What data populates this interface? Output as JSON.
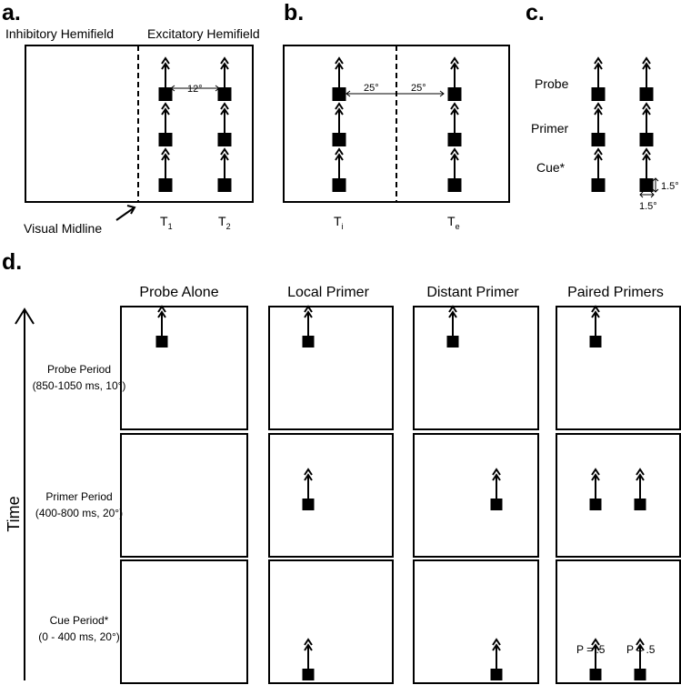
{
  "panel_a": {
    "letter": "a.",
    "left_label": "Inhibitory Hemifield",
    "right_label": "Excitatory Hemifield",
    "spacing_label": "12°",
    "midline_label": "Visual Midline",
    "t1_base": "T",
    "t1_sub": "1",
    "t2_base": "T",
    "t2_sub": "2"
  },
  "panel_b": {
    "letter": "b.",
    "left_spacing": "25°",
    "right_spacing": "25°",
    "ti_base": "T",
    "ti_sub": "i",
    "te_base": "T",
    "te_sub": "e"
  },
  "panel_c": {
    "letter": "c.",
    "rows": [
      "Probe",
      "Primer",
      "Cue*"
    ],
    "size_vertical": "1.5°",
    "size_horizontal": "1.5°"
  },
  "panel_d": {
    "letter": "d.",
    "columns": [
      "Probe Alone",
      "Local Primer",
      "Distant Primer",
      "Paired Primers"
    ],
    "time_label": "Time",
    "periods": [
      {
        "name": "Probe Period",
        "detail": "(850-1050 ms, 10°)"
      },
      {
        "name": "Primer Period",
        "detail": "(400-800 ms, 20°)"
      },
      {
        "name": "Cue Period*",
        "detail": "(0 - 400 ms, 20°)"
      }
    ],
    "probability_left": "P = .5",
    "probability_right": "P = .5"
  }
}
